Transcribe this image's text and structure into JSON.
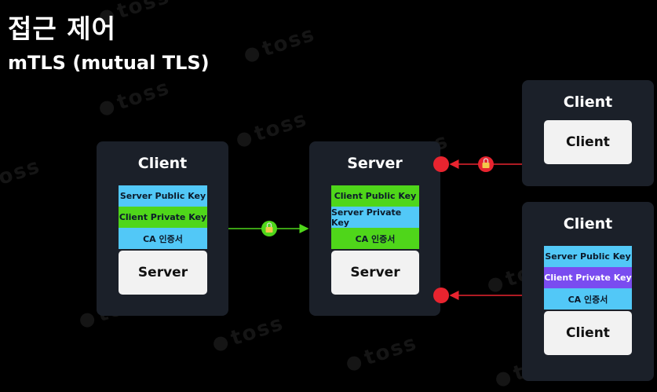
{
  "title": "접근 제어",
  "subtitle": "mTLS (mutual TLS)",
  "watermark": "toss",
  "left_client": {
    "title": "Client",
    "strips": [
      "Server Public Key",
      "Client Private Key",
      "CA 인증서"
    ],
    "box": "Server"
  },
  "server": {
    "title": "Server",
    "strips": [
      "Client Public Key",
      "Server Private Key",
      "CA 인증서"
    ],
    "box": "Server"
  },
  "right_top_client": {
    "title": "Client",
    "box": "Client"
  },
  "right_bottom_client": {
    "title": "Client",
    "strips": [
      "Server Public Key",
      "Client Private Key",
      "CA 인증서"
    ],
    "box": "Client"
  },
  "colors": {
    "blue": "#52c8f7",
    "green": "#4fd61a",
    "purple": "#7a4cf0",
    "red": "#e8242f",
    "panel": "#1b2029"
  },
  "icons": [
    "lock-icon-green",
    "lock-icon-red"
  ]
}
